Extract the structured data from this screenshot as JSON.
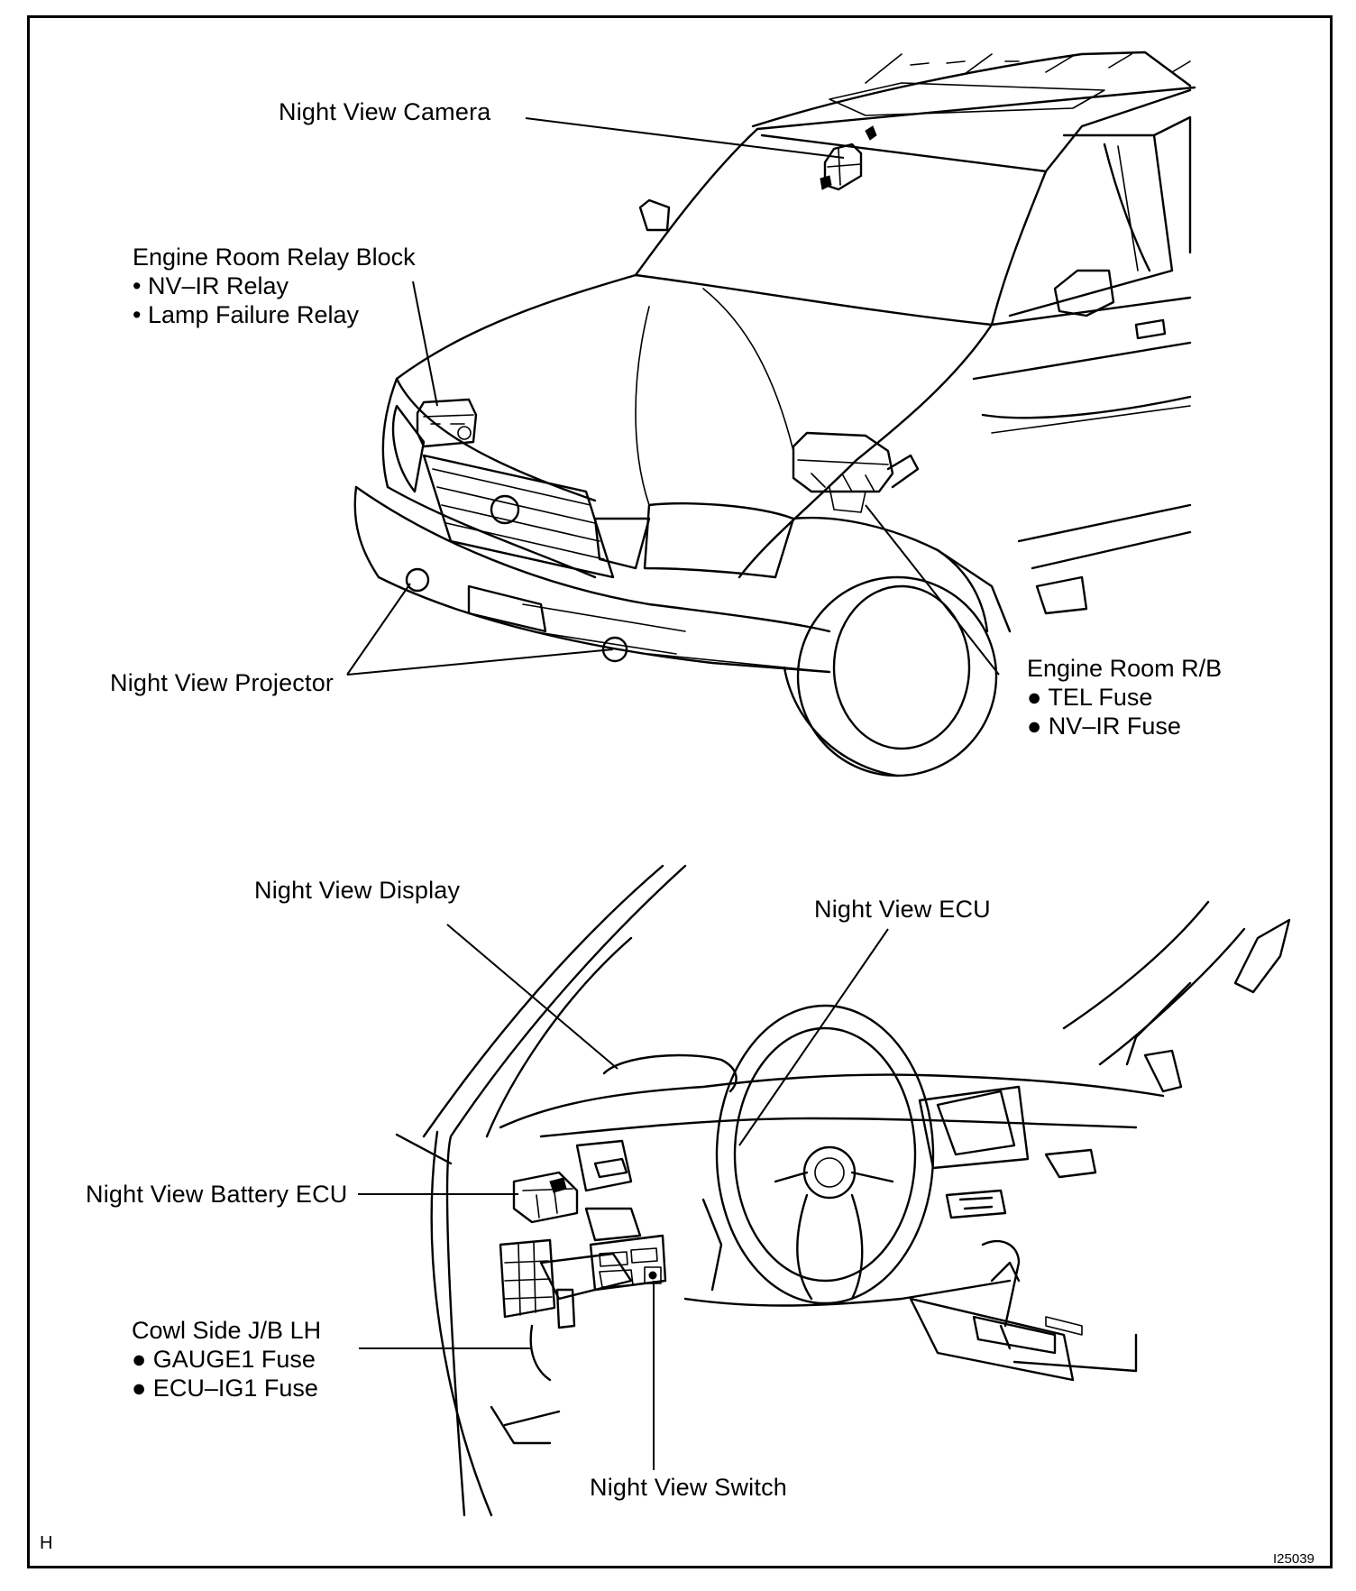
{
  "diagram": {
    "top": {
      "camera": "Night View Camera",
      "relay_block": {
        "title": "Engine Room Relay Block",
        "items": [
          "• NV–IR Relay",
          "• Lamp Failure Relay"
        ]
      },
      "projector": "Night View Projector",
      "rb": {
        "title": "Engine Room R/B",
        "items": [
          "● TEL Fuse",
          "● NV–IR Fuse"
        ]
      }
    },
    "bottom": {
      "display": "Night View Display",
      "ecu": "Night View ECU",
      "battery_ecu": "Night View Battery ECU",
      "cowl": {
        "title": "Cowl Side J/B LH",
        "items": [
          "● GAUGE1 Fuse",
          "● ECU–IG1 Fuse"
        ]
      },
      "switch": "Night View Switch"
    },
    "corner_letter": "H",
    "figure_code": "I25039"
  }
}
